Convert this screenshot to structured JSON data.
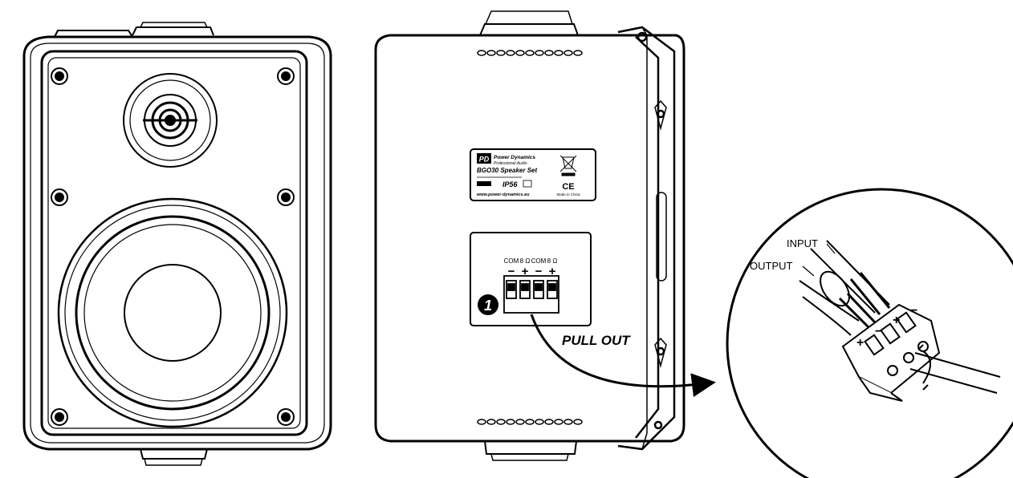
{
  "colors": {
    "ink": "#000000",
    "paper": "#ffffff",
    "fill_dark": "#111111"
  },
  "label_plate": {
    "brand_logo": "PD",
    "brand_name": "Power Dynamics",
    "brand_tagline": "Professional Audio",
    "model": "BGO30 Speaker Set",
    "rating": "IP56",
    "website": "www.power-dynamics.eu",
    "ce_mark": "CE",
    "made_in": "Made in China"
  },
  "terminal_panel": {
    "labels_top": [
      "COM",
      "8 Ω",
      "COM",
      "8 Ω"
    ],
    "polarity": [
      "−",
      "+",
      "−",
      "+"
    ],
    "step_number": "1",
    "instruction": "PULL OUT"
  },
  "detail_callout": {
    "input_label": "INPUT",
    "output_label": "OUTPUT",
    "connector_polarity": [
      "+",
      "−",
      "+",
      "−"
    ]
  }
}
